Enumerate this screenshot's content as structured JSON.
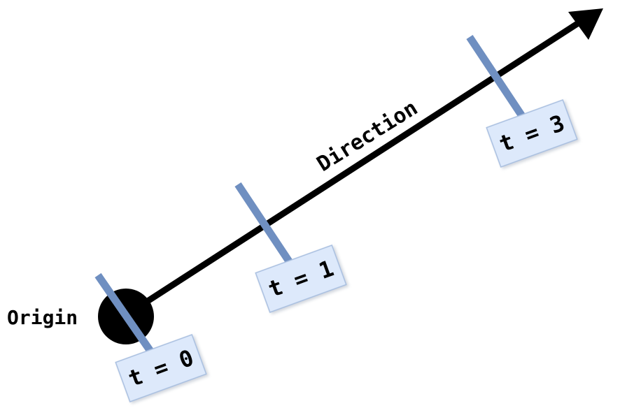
{
  "diagram": {
    "origin_label": "Origin",
    "direction_label": "Direction",
    "ticks": [
      {
        "label": "t = 0"
      },
      {
        "label": "t = 1"
      },
      {
        "label": "t = 3"
      }
    ]
  },
  "colors": {
    "ray": "#000000",
    "origin_point": "#000000",
    "tick_bar": "#6f8fc1",
    "label_box_fill": "#dde9fb",
    "label_box_stroke": "#a7bedf"
  }
}
